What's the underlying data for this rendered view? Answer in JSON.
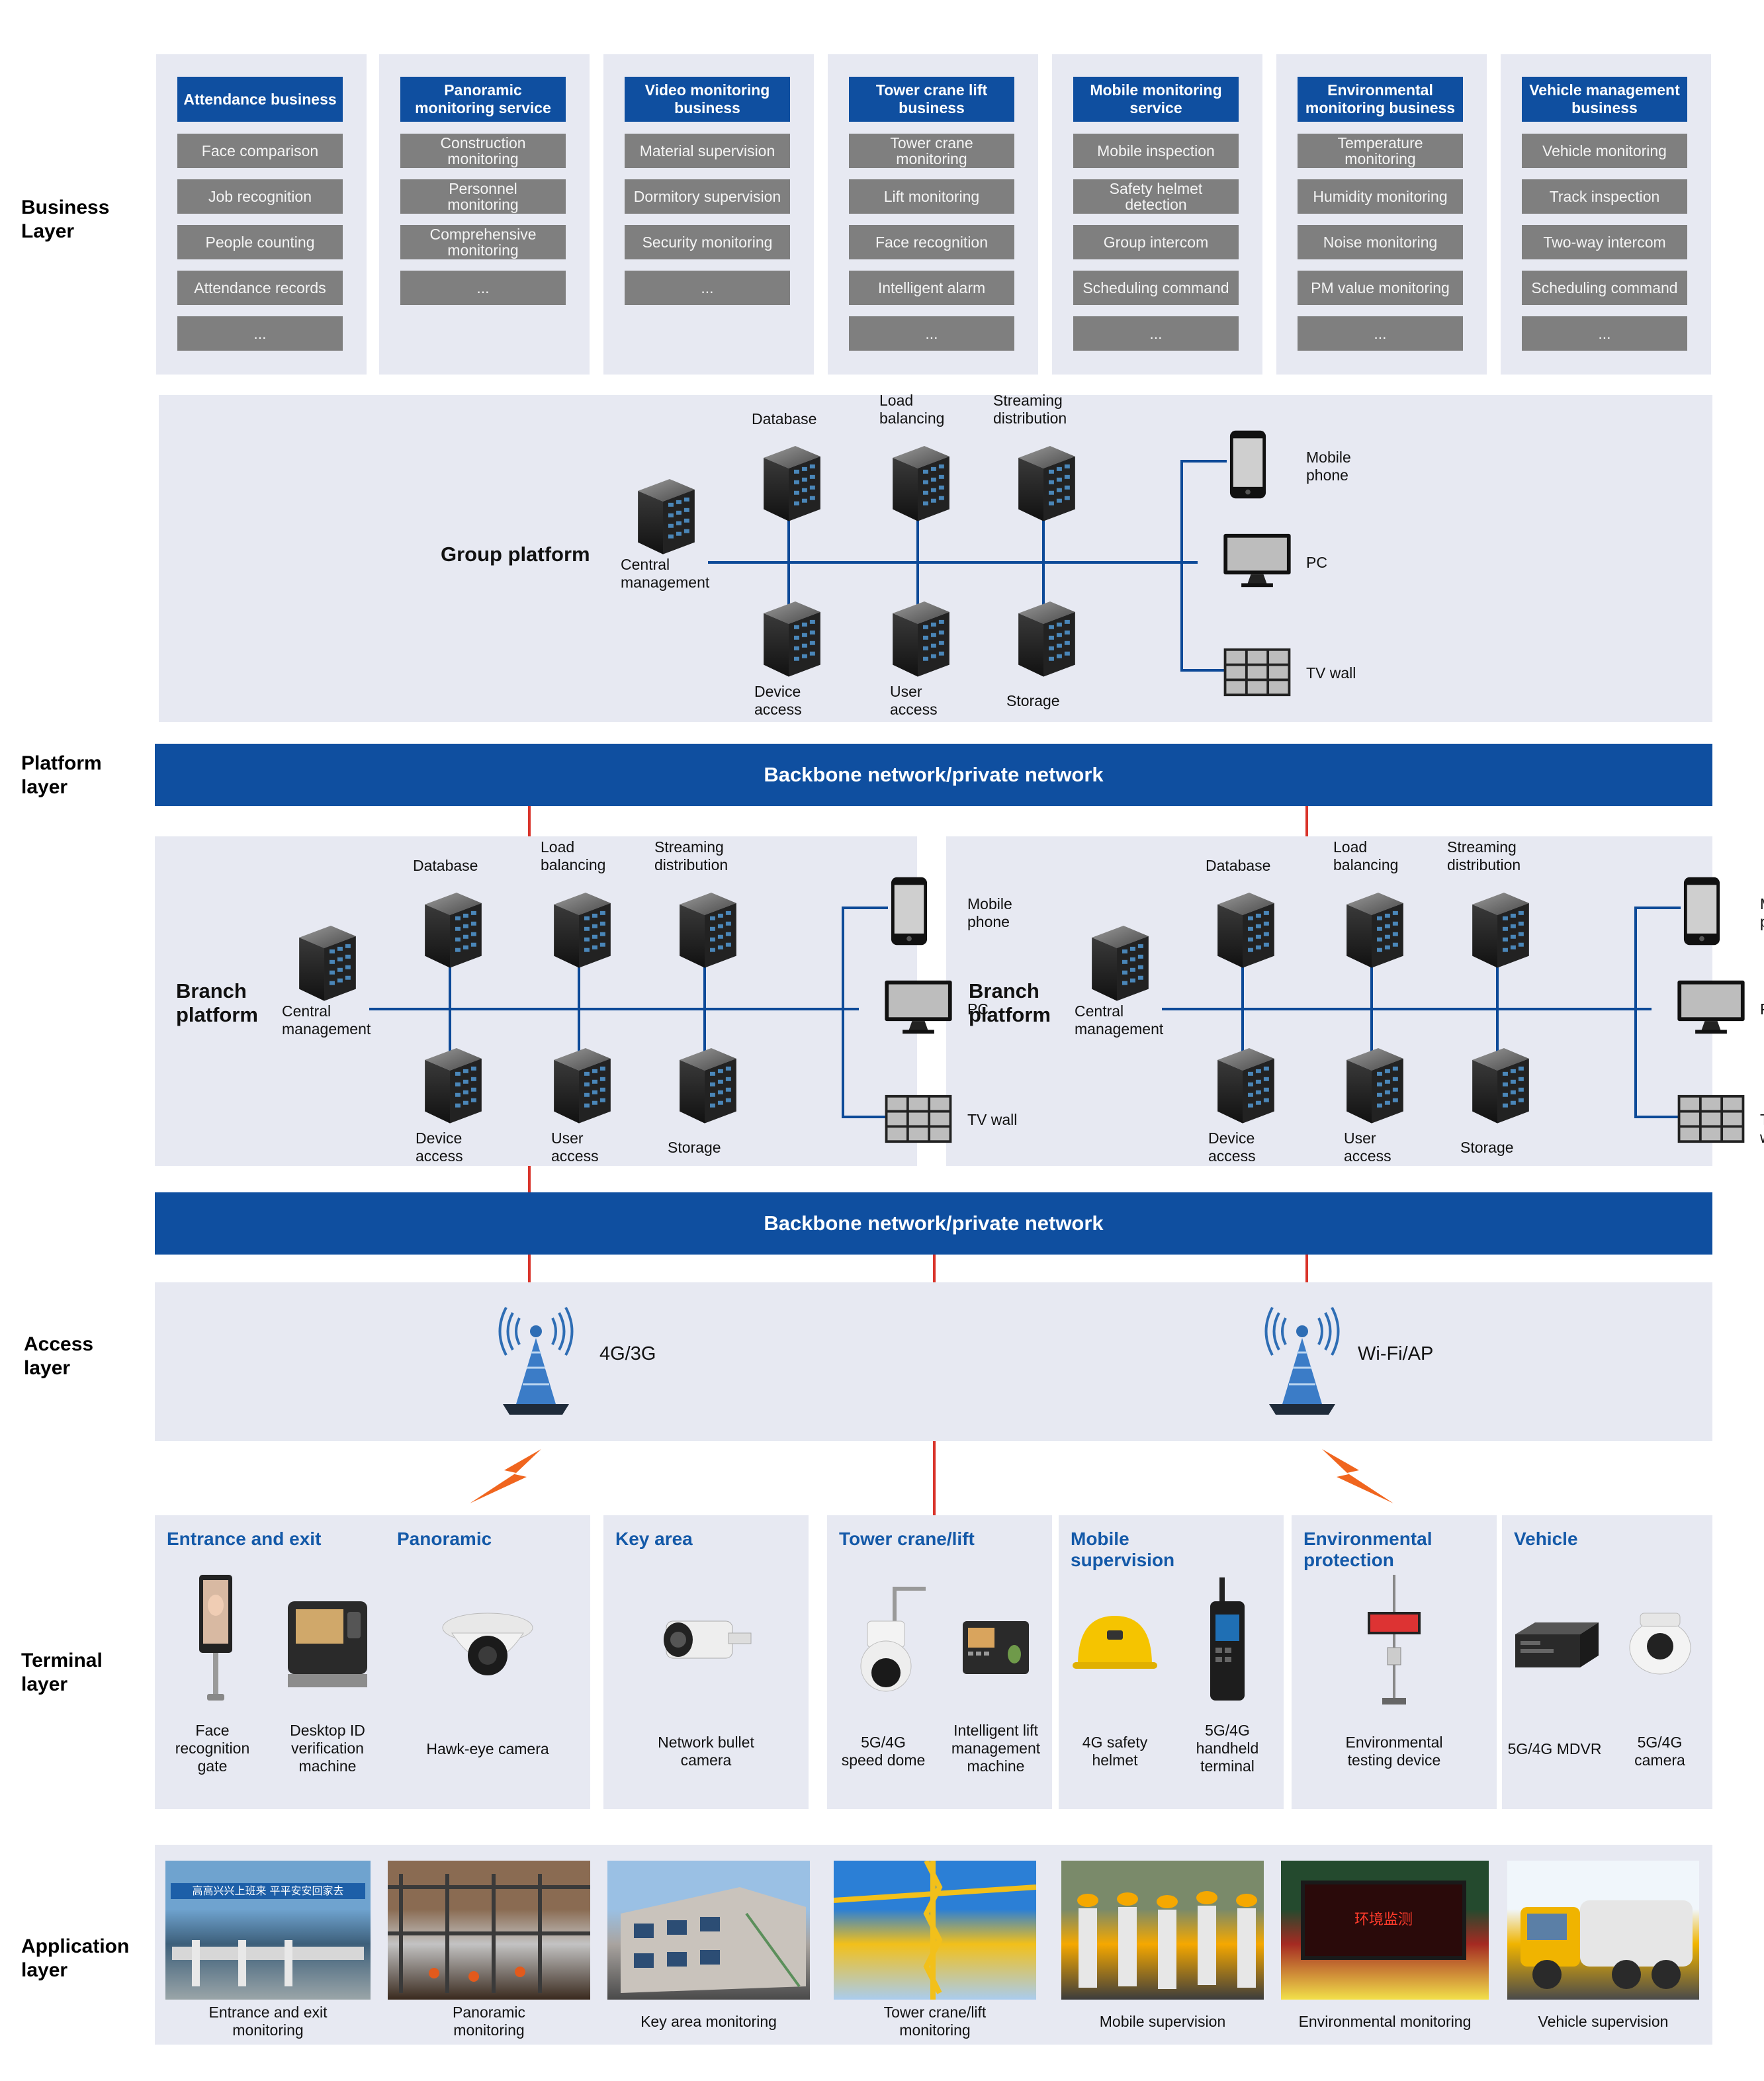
{
  "layers": {
    "business": "Business\nLayer",
    "platform": "Platform\nlayer",
    "access": "Access\nlayer",
    "terminal": "Terminal\nlayer",
    "application": "Application\nlayer"
  },
  "business_columns": [
    {
      "title": "Attendance business",
      "items": [
        "Face comparison",
        "Job recognition",
        "People counting",
        "Attendance records",
        "..."
      ]
    },
    {
      "title": "Panoramic\nmonitoring service",
      "items": [
        "Construction\nmonitoring",
        "Personnel\nmonitoring",
        "Comprehensive\nmonitoring",
        "..."
      ]
    },
    {
      "title": "Video monitoring\nbusiness",
      "items": [
        "Material supervision",
        "Dormitory supervision",
        "Security monitoring",
        "..."
      ]
    },
    {
      "title": "Tower crane lift\nbusiness",
      "items": [
        "Tower crane\nmonitoring",
        "Lift monitoring",
        "Face recognition",
        "Intelligent alarm",
        "..."
      ]
    },
    {
      "title": "Mobile monitoring\nservice",
      "items": [
        "Mobile inspection",
        "Safety helmet\ndetection",
        "Group intercom",
        "Scheduling command",
        "..."
      ]
    },
    {
      "title": "Environmental\nmonitoring business",
      "items": [
        "Temperature\nmonitoring",
        "Humidity monitoring",
        "Noise monitoring",
        "PM value monitoring",
        "..."
      ]
    },
    {
      "title": "Vehicle management\nbusiness",
      "items": [
        "Vehicle monitoring",
        "Track inspection",
        "Two-way intercom",
        "Scheduling command",
        "..."
      ]
    }
  ],
  "group_platform": {
    "title": "Group platform",
    "central": "Central\nmanagement",
    "database": "Database",
    "load_balancing": "Load\nbalancing",
    "streaming": "Streaming\ndistribution",
    "device_access": "Device\naccess",
    "user_access": "User\naccess",
    "storage": "Storage",
    "mobile": "Mobile\nphone",
    "pc": "PC",
    "tvwall": "TV wall"
  },
  "backbone": "Backbone network/private network",
  "branch_platforms": [
    {
      "title": "Branch\nplatform",
      "central": "Central\nmanagement",
      "database": "Database",
      "load_balancing": "Load\nbalancing",
      "streaming": "Streaming\ndistribution",
      "device_access": "Device\naccess",
      "user_access": "User\naccess",
      "storage": "Storage",
      "mobile": "Mobile\nphone",
      "pc": "PC",
      "tvwall": "TV wall"
    },
    {
      "title": "Branch\nplatform",
      "central": "Central\nmanagement",
      "database": "Database",
      "load_balancing": "Load\nbalancing",
      "streaming": "Streaming\ndistribution",
      "device_access": "Device\naccess",
      "user_access": "User\naccess",
      "storage": "Storage",
      "mobile": "Mobile\nphone",
      "pc": "PC",
      "tvwall": "TV wall"
    }
  ],
  "access": {
    "left": "4G/3G",
    "right": "Wi-Fi/AP"
  },
  "terminals": [
    {
      "title": "Entrance and exit",
      "devices": [
        "Face\nrecognition\ngate",
        "Desktop ID\nverification\nmachine"
      ]
    },
    {
      "title": "Panoramic",
      "devices": [
        "Hawk-eye camera"
      ]
    },
    {
      "title": "Key area",
      "devices": [
        "Network bullet\ncamera"
      ]
    },
    {
      "title": "Tower crane/lift",
      "devices": [
        "5G/4G\nspeed dome",
        "Intelligent lift\nmanagement\nmachine"
      ]
    },
    {
      "title": "Mobile\nsupervision",
      "devices": [
        "4G safety\nhelmet",
        "5G/4G\nhandheld\nterminal"
      ]
    },
    {
      "title": "Environmental\nprotection",
      "devices": [
        "Environmental\ntesting device"
      ]
    },
    {
      "title": "Vehicle",
      "devices": [
        "5G/4G MDVR",
        "5G/4G\ncamera"
      ]
    }
  ],
  "applications": [
    "Entrance and exit\nmonitoring",
    "Panoramic\nmonitoring",
    "Key area monitoring",
    "Tower crane/lift\nmonitoring",
    "Mobile supervision",
    "Environmental monitoring",
    "Vehicle supervision"
  ],
  "photo_signs": {
    "entrance_banner": "高高兴兴上班来 平平安安回家去",
    "env_led": "环境监测"
  },
  "colors": {
    "accent": "#0f4fa0",
    "panel": "#e7e9f2",
    "item": "#7f7f7f",
    "link": "#d9342b",
    "heading": "#1459a8"
  }
}
